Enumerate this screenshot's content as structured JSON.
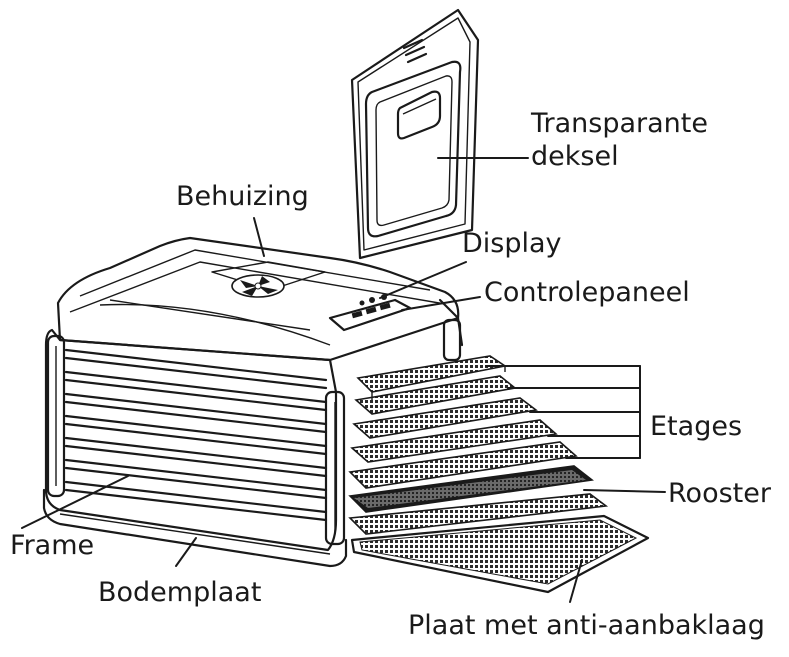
{
  "labels": {
    "transparante": "Transparante",
    "deksel": "deksel",
    "behuizing": "Behuizing",
    "display": "Display",
    "controlepaneel": "Controlepaneel",
    "etages": "Etages",
    "rooster": "Rooster",
    "frame": "Frame",
    "bodemplaat": "Bodemplaat",
    "plaat": "Plaat met anti-aanbaklaag"
  },
  "colors": {
    "ink": "#1a1a1a",
    "paper": "#ffffff",
    "mesh": "#2a2a2a"
  }
}
